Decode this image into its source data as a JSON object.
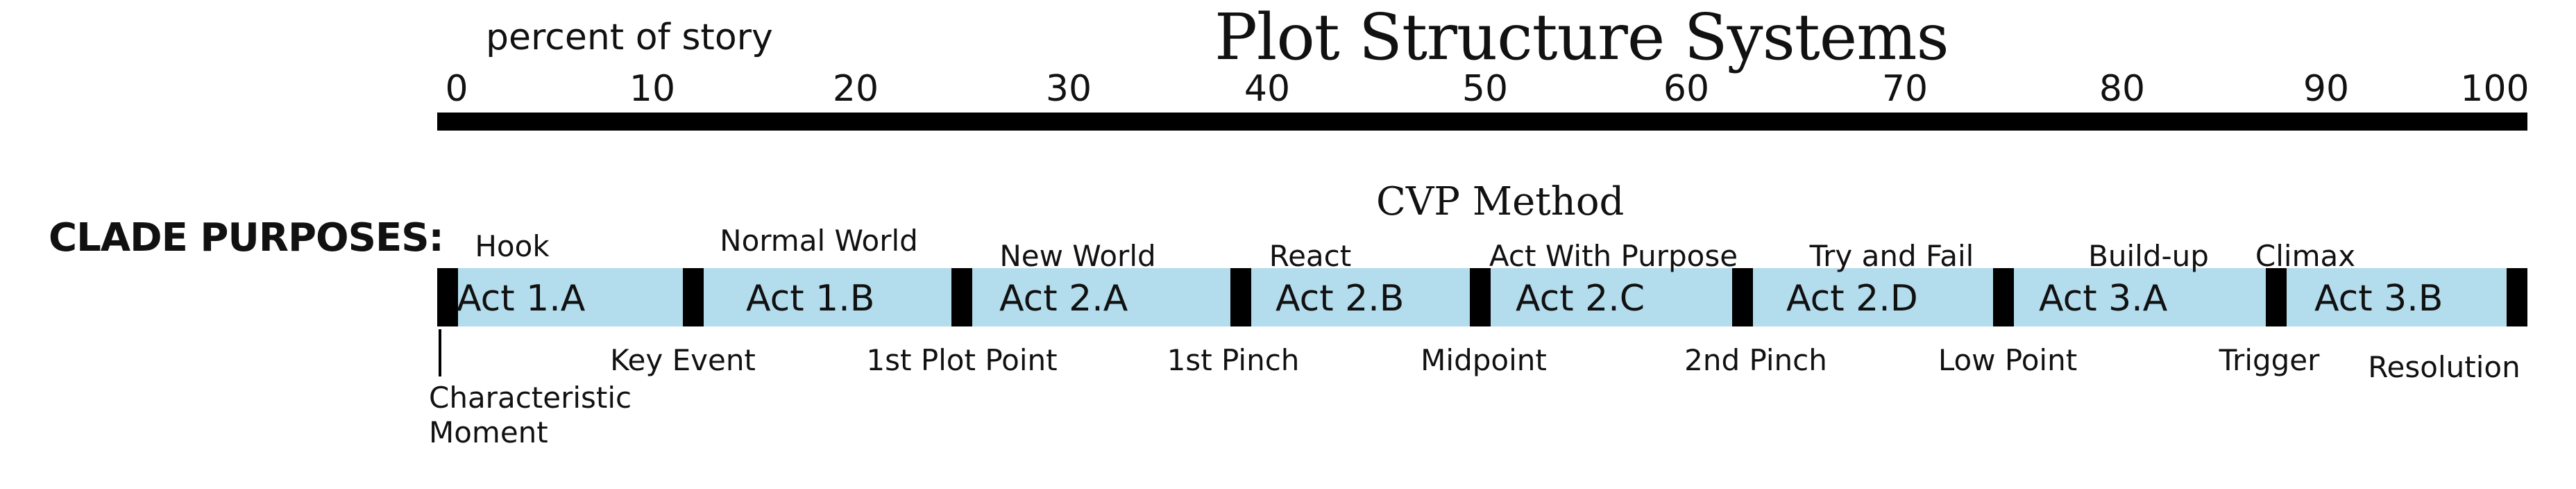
{
  "title": "Plot Structure Systems",
  "axis_label": "percent of story",
  "ticks": [
    "0",
    "10",
    "20",
    "30",
    "40",
    "50",
    "60",
    "70",
    "80",
    "90",
    "100"
  ],
  "clade_label": "CLADE PURPOSES:",
  "method_label": "CVP Method",
  "acts": [
    "Act 1.A",
    "Act 1.B",
    "Act 2.A",
    "Act 2.B",
    "Act 2.C",
    "Act 2.D",
    "Act 3.A",
    "Act 3.B"
  ],
  "purposes": [
    "Hook",
    "Normal World",
    "New World",
    "React",
    "Act With Purpose",
    "Try and Fail",
    "Build-up",
    "Climax"
  ],
  "events": [
    "Key Event",
    "1st Plot Point",
    "1st Pinch",
    "Midpoint",
    "2nd Pinch",
    "Low Point",
    "Trigger",
    "Resolution"
  ],
  "characteristic_moment": "Characteristic\nMoment",
  "colors": {
    "act_band": "#b3dcec",
    "bar": "#000000"
  }
}
